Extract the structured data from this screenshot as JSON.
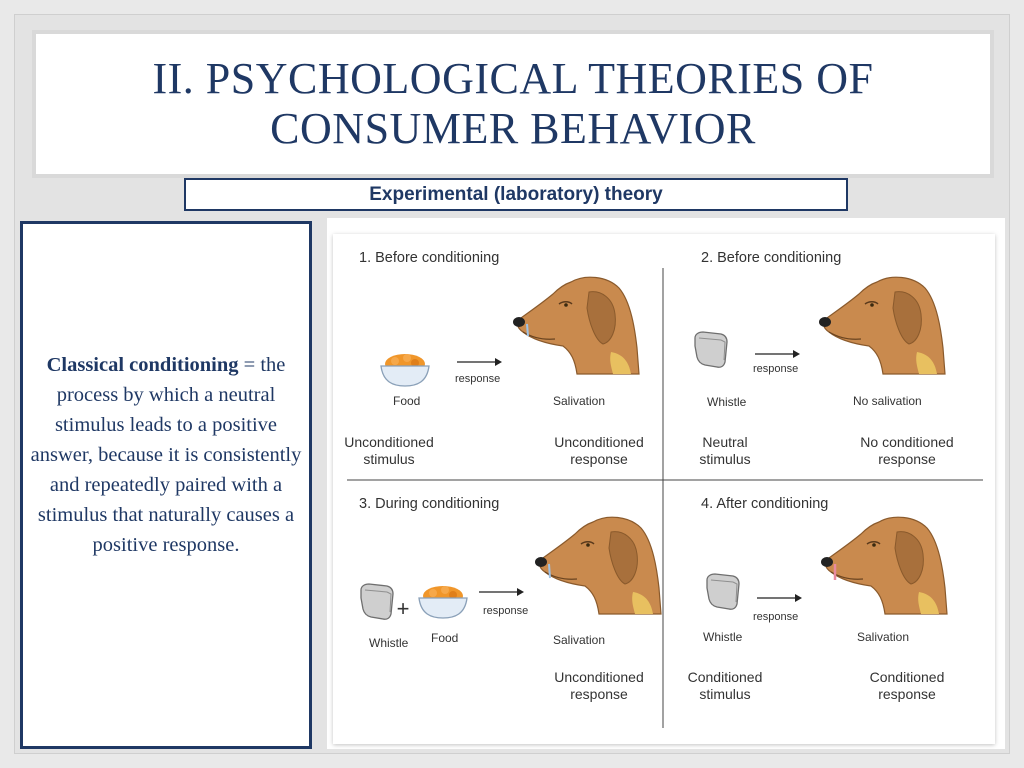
{
  "title": {
    "line1": "II. PSYCHOLOGICAL THEORIES OF",
    "line2": "CONSUMER BEHAVIOR"
  },
  "subtitle": "Experimental (laboratory) theory",
  "definition": {
    "term": "Classical conditioning",
    "text": "= the process by which a neutral stimulus leads to a positive answer, because it is consistently and repeatedly paired with a stimulus that naturally causes a positive response."
  },
  "diagram": {
    "panels": [
      {
        "heading": "1. Before conditioning",
        "item": "Food",
        "arrow_label": "response",
        "result": "Salivation",
        "bottom_left": [
          "Unconditioned",
          "stimulus"
        ],
        "bottom_right": [
          "Unconditioned",
          "response"
        ]
      },
      {
        "heading": "2. Before conditioning",
        "item": "Whistle",
        "arrow_label": "response",
        "result": "No salivation",
        "bottom_left": [
          "Neutral",
          "stimulus"
        ],
        "bottom_right": [
          "No conditioned",
          "response"
        ]
      },
      {
        "heading": "3. During conditioning",
        "item": "Whistle",
        "item2": "Food",
        "plus": "+",
        "arrow_label": "response",
        "result": "Salivation",
        "bottom_left": [],
        "bottom_right": [
          "Unconditioned",
          "response"
        ]
      },
      {
        "heading": "4. After conditioning",
        "item": "Whistle",
        "arrow_label": "response",
        "result": "Salivation",
        "bottom_left": [
          "Conditioned",
          "stimulus"
        ],
        "bottom_right": [
          "Conditioned",
          "response"
        ]
      }
    ]
  },
  "colors": {
    "navy": "#1f3864",
    "dog": "#c98a4e",
    "food": "#f0962a"
  }
}
